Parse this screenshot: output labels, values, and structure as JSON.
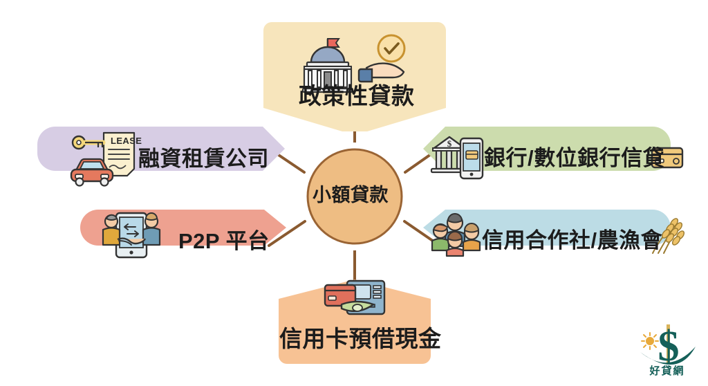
{
  "diagram": {
    "type": "hub-and-spoke",
    "hub": {
      "label": "小額貸款",
      "fill": "#eebd83",
      "stroke": "#9a6434"
    },
    "connector_color": "#8a5a30",
    "background": "#ffffff",
    "nodes": [
      {
        "id": "policy-loan",
        "label": "政策性貸款",
        "position": "top",
        "fill": "#f7e5bc",
        "icons": [
          "government-building-icon",
          "hand-with-check-icon"
        ]
      },
      {
        "id": "leasing-company",
        "label": "融資租賃公司",
        "position": "left-upper",
        "fill": "#d7cde4",
        "icons": [
          "car-icon",
          "key-icon",
          "lease-document-icon"
        ],
        "icon_text": "LEASE"
      },
      {
        "id": "p2p-platform",
        "label": "P2P 平台",
        "position": "left-lower",
        "fill": "#eea190",
        "icons": [
          "handshake-tablet-icon"
        ]
      },
      {
        "id": "bank-credit",
        "label": "銀行/數位銀行信貸",
        "position": "right-upper",
        "fill": "#ccdcad",
        "icons": [
          "bank-building-icon",
          "smartphone-icon",
          "credit-card-icon"
        ]
      },
      {
        "id": "credit-cooperative",
        "label": "信用合作社/農漁會",
        "position": "right-lower",
        "fill": "#bcdce5",
        "icons": [
          "family-group-icon",
          "wheat-icon"
        ]
      },
      {
        "id": "card-cash-advance",
        "label": "信用卡預借現金",
        "position": "bottom",
        "fill": "#f7c294",
        "icons": [
          "atm-machine-icon",
          "credit-card-icon",
          "banknote-icon"
        ]
      }
    ]
  },
  "logo": {
    "brand": "好貸網",
    "symbol": "$",
    "color": "#156059",
    "accent": "#e8a93a"
  }
}
